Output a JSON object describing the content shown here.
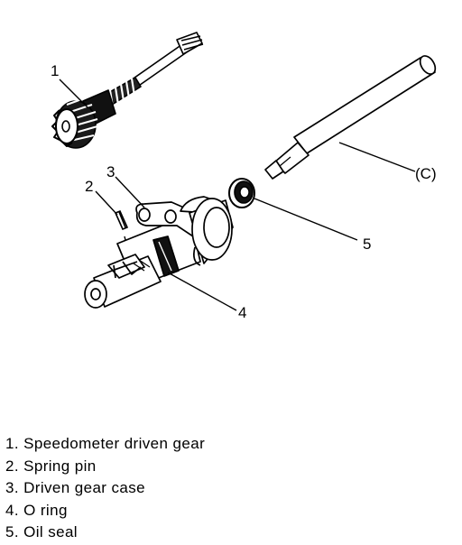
{
  "callouts": {
    "c1": "1",
    "c2": "2",
    "c3": "3",
    "c4": "4",
    "c5": "5",
    "tool": "(C)"
  },
  "legend": [
    "1. Speedometer driven gear",
    "2. Spring pin",
    "3. Driven gear case",
    "4. O ring",
    "5. Oil seal"
  ]
}
